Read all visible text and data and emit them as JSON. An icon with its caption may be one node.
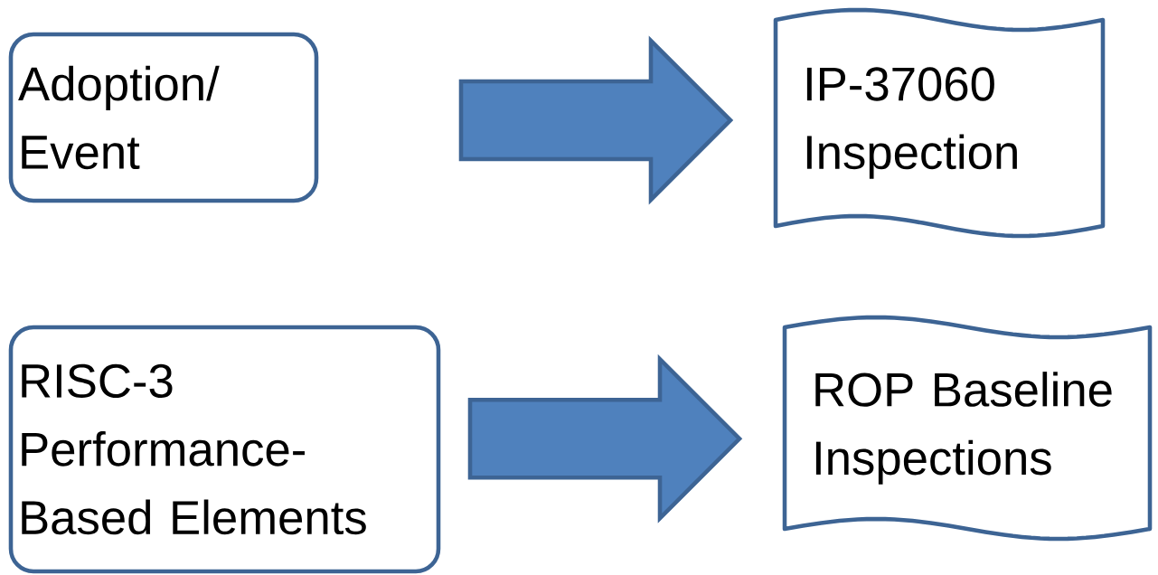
{
  "diagram": {
    "nodes": [
      {
        "text": [
          "Adoption/ Event"
        ]
      },
      {
        "text": [
          "IP-37060 Inspection"
        ]
      },
      {
        "text": [
          "RISC-3 Performance-Based Elements"
        ]
      },
      {
        "text": [
          "ROP Baseline Inspections"
        ]
      }
    ],
    "edges": [
      {
        "from": 0,
        "to": 1,
        "arrow": "to"
      },
      {
        "from": 2,
        "to": 3,
        "arrow": "to"
      }
    ]
  }
}
